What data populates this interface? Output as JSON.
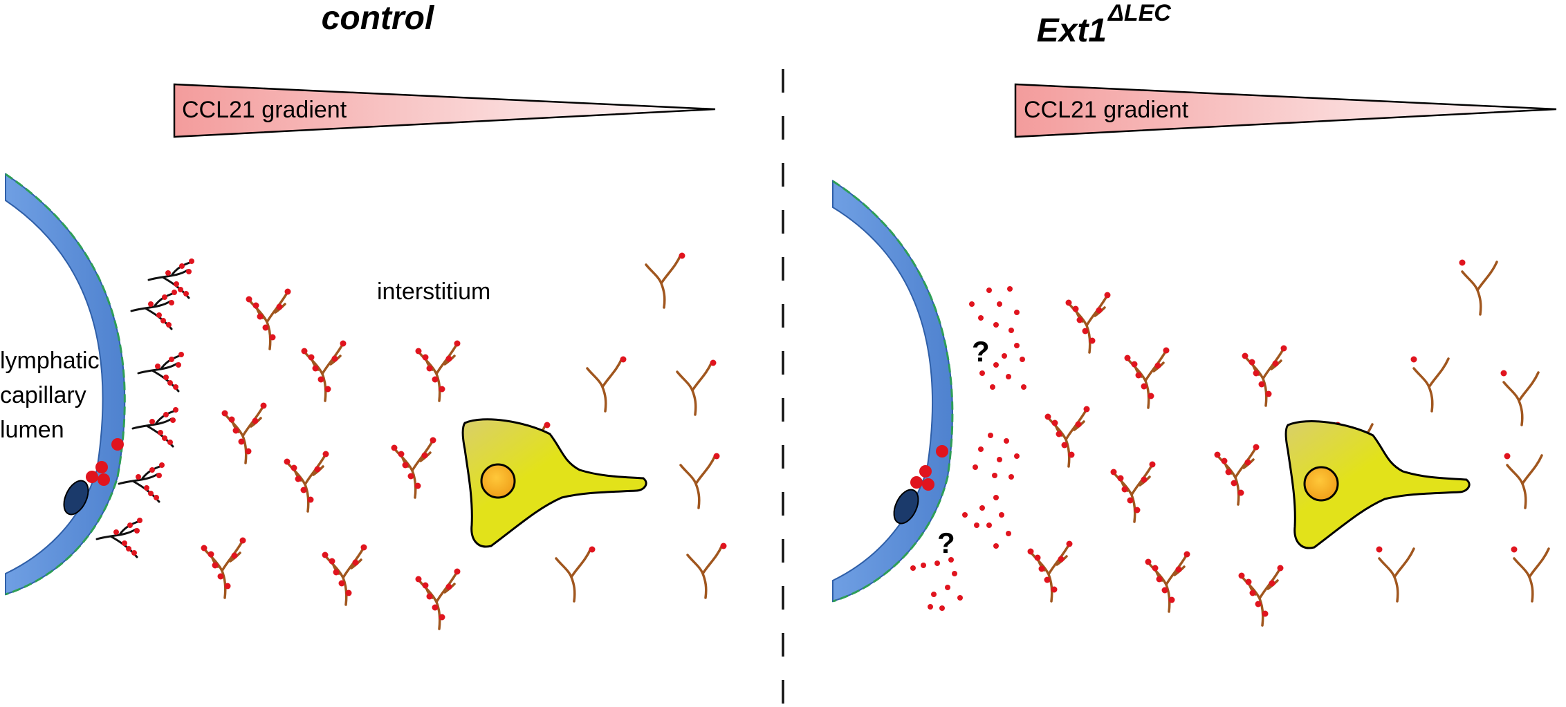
{
  "panels": {
    "control": {
      "title": "control",
      "gradient_label": "CCL21 gradient",
      "lumen_label": [
        "lymphatic",
        "capillary",
        "lumen"
      ],
      "interstitium_label": "interstitium"
    },
    "mutant": {
      "title_base": "Ext1",
      "title_superscript": "ΔLEC",
      "gradient_label": "CCL21 gradient",
      "question_marks": [
        "?",
        "?"
      ]
    }
  },
  "colors": {
    "vessel": "#5b8fd9",
    "vessel_edge": "#2f5fa8",
    "glycocalyx_dash": "#2e9e57",
    "chemokine_dot": "#e0141e",
    "fiber": "#a0561e",
    "heparan_chain": "#111111",
    "cell_body": "#e2e21a",
    "nucleus": "#f0a81a",
    "endothelial_nucleus": "#1b3a6b",
    "gradient_start": "#f39c9c",
    "gradient_end": "#ffffff"
  }
}
